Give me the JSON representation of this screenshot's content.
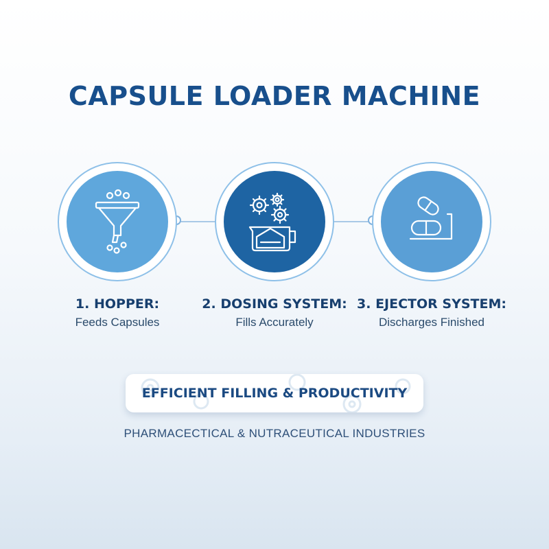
{
  "title": "CAPSULE LOADER MACHINE",
  "steps": [
    {
      "label": "1. HOPPER:",
      "description": "Feeds Capsules",
      "icon": "funnel-icon"
    },
    {
      "label": "2. DOSING SYSTEM:",
      "description": "Fills Accurately",
      "icon": "gears-dosing-icon"
    },
    {
      "label": "3. EJECTOR SYSTEM:",
      "description": "Discharges Finished",
      "icon": "capsule-icon"
    }
  ],
  "banner": {
    "text": "EFFICIENT FILLING & PRODUCTIVITY"
  },
  "subtitle": "PHARMACECTICAL & NUTRACEUTICAL INDUSTRIES",
  "colors": {
    "title": "#184f8c",
    "step1_circle": "#5fa7dc",
    "step2_circle": "#1e64a3",
    "step3_circle": "#5a9fd6",
    "connector": "#a9c9e6"
  }
}
